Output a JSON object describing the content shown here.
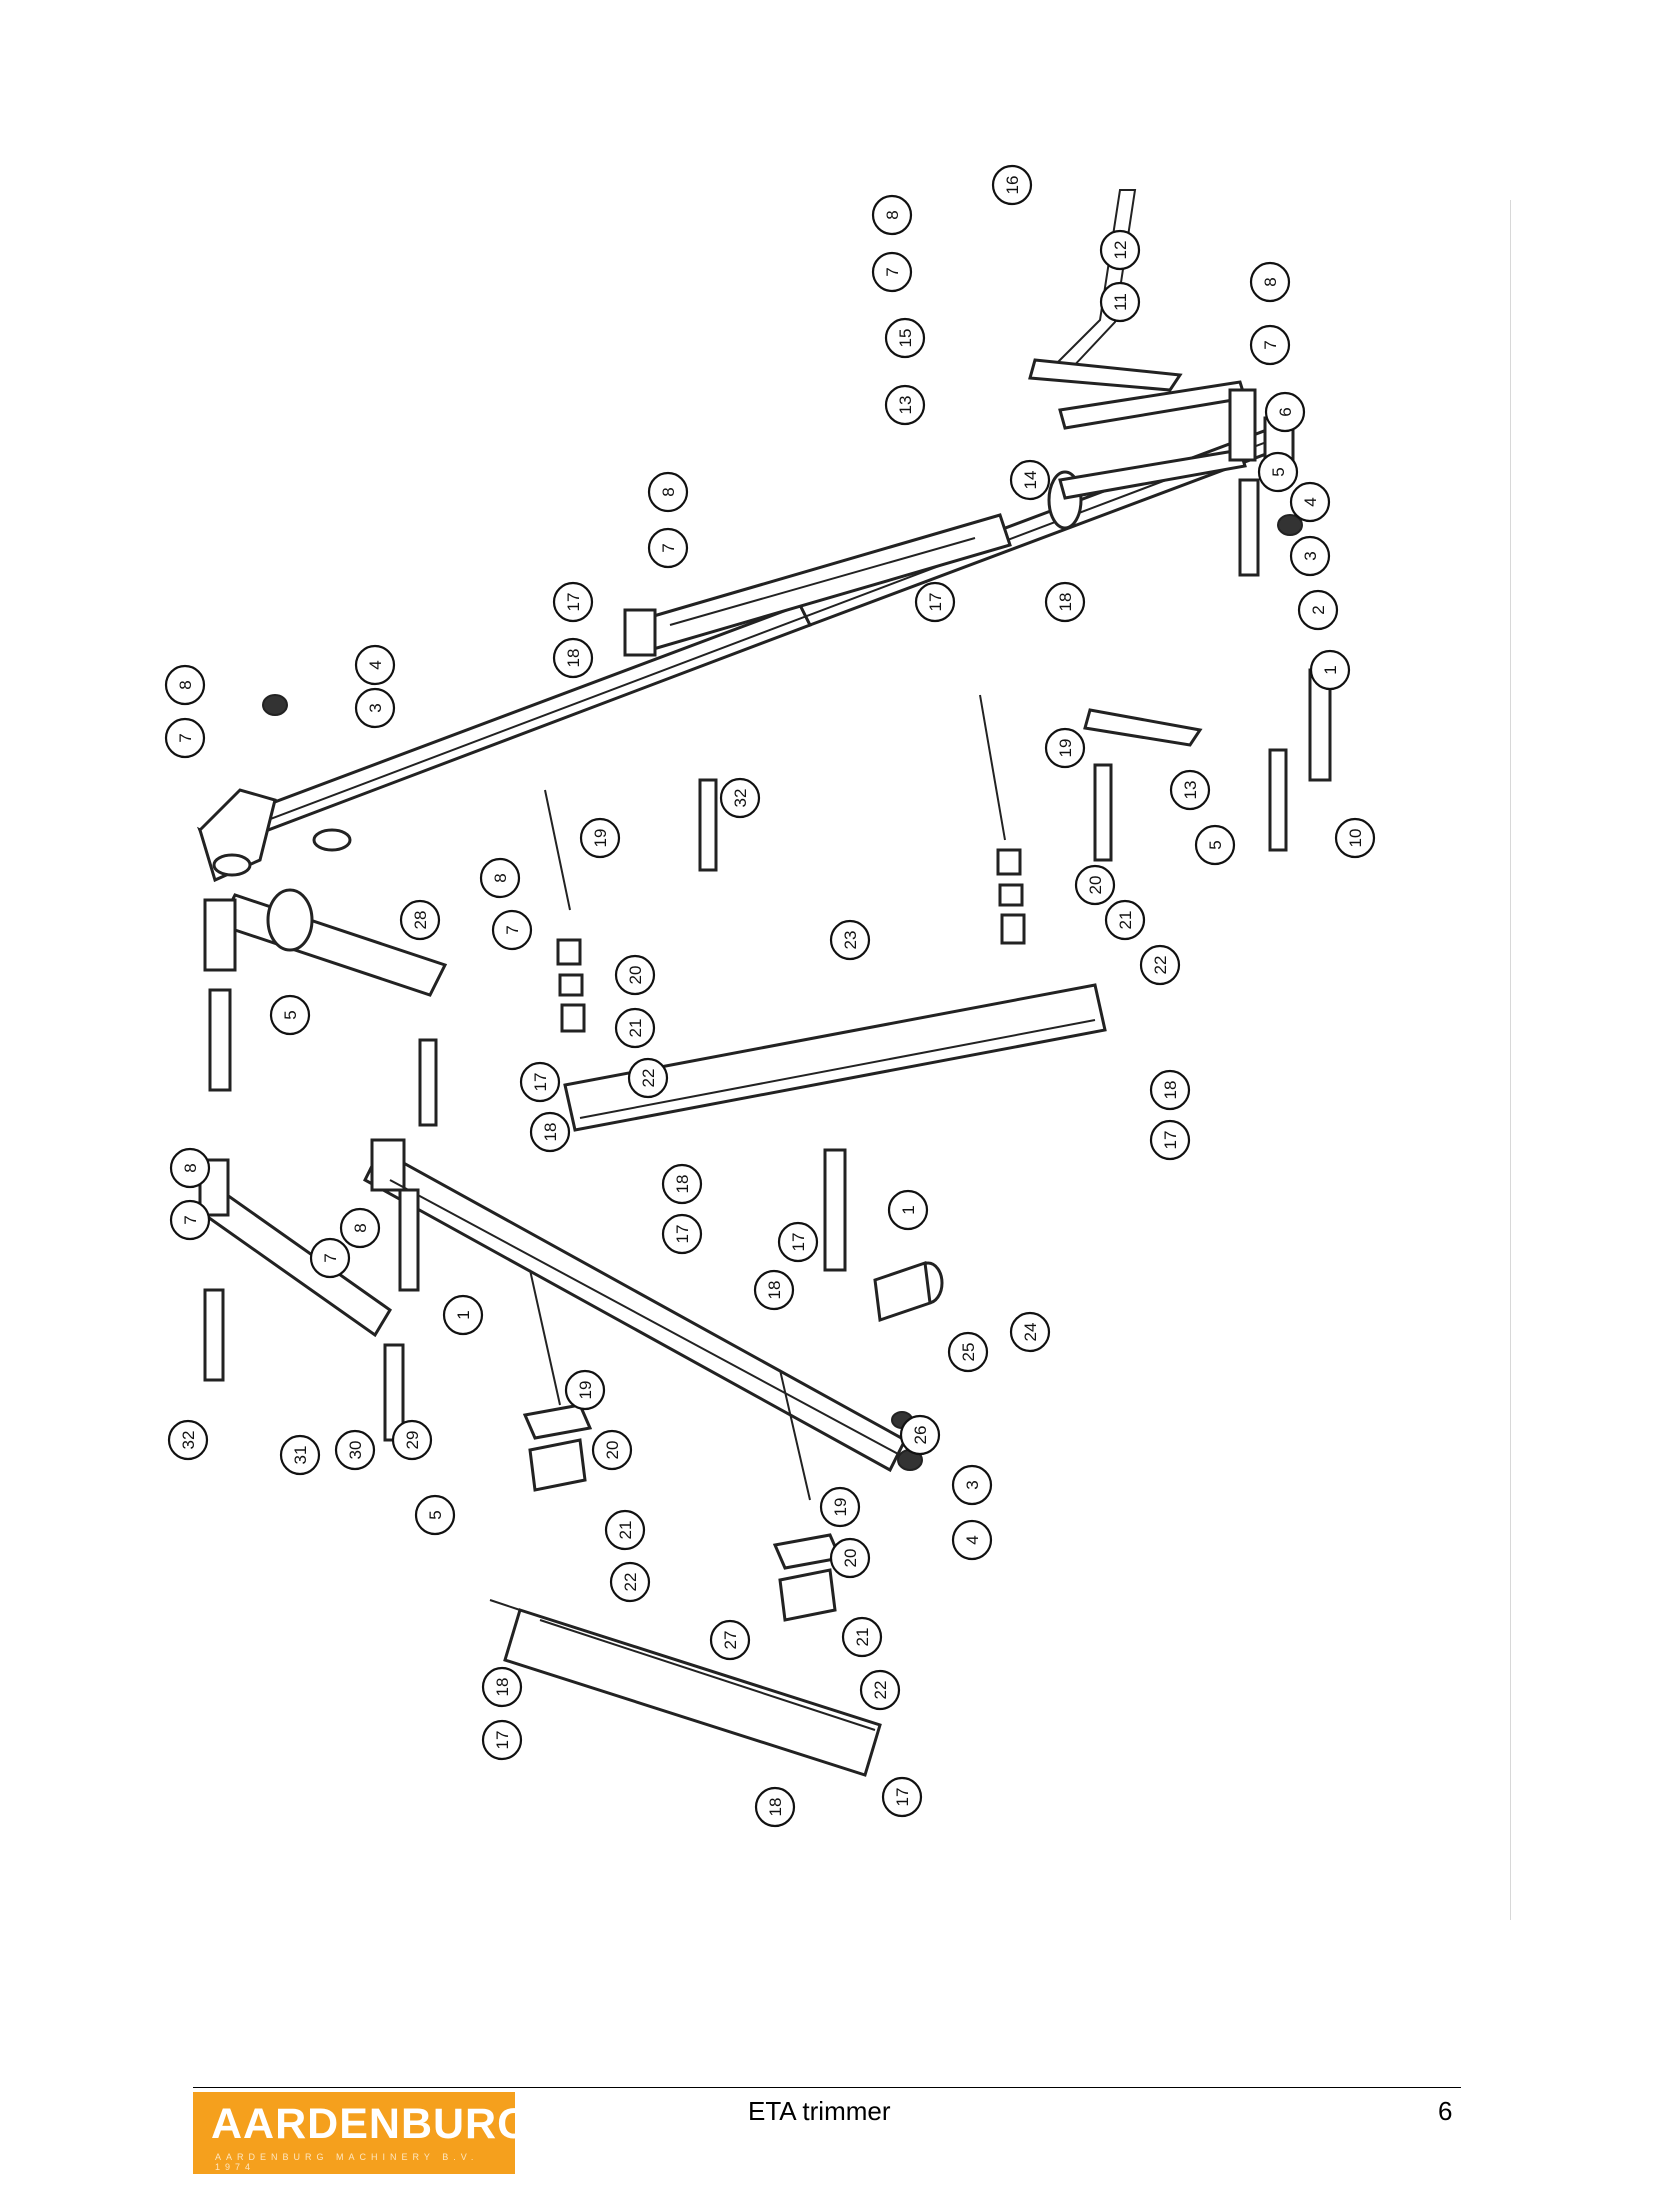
{
  "document": {
    "title": "ETA trimmer",
    "page_number": "6"
  },
  "logo": {
    "name": "AARDENBURG",
    "tagline": "AARDENBURG MACHINERY B.V. 1974",
    "color": "#f5a01d"
  },
  "drawing": {
    "callouts": [
      "16",
      "8",
      "12",
      "7",
      "11",
      "8",
      "15",
      "7",
      "13",
      "6",
      "5",
      "4",
      "3",
      "8",
      "7",
      "14",
      "17",
      "18",
      "2",
      "1",
      "17",
      "18",
      "8",
      "4",
      "7",
      "3",
      "32",
      "13",
      "10",
      "5",
      "19",
      "19",
      "20",
      "21",
      "22",
      "8",
      "7",
      "28",
      "5",
      "20",
      "21",
      "22",
      "23",
      "18",
      "17",
      "17",
      "18",
      "18",
      "17",
      "17",
      "18",
      "1",
      "24",
      "25",
      "8",
      "7",
      "7",
      "8",
      "1",
      "32",
      "31",
      "30",
      "29",
      "5",
      "19",
      "26",
      "20",
      "3",
      "4",
      "21",
      "22",
      "19",
      "20",
      "27",
      "21",
      "22",
      "18",
      "17",
      "18",
      "17"
    ]
  }
}
